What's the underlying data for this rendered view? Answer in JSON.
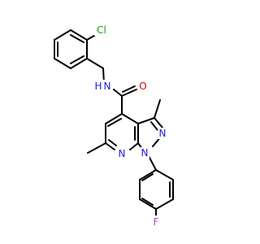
{
  "colors": {
    "background": "#ffffff",
    "carbon_bond": "#000000",
    "nitrogen": "#2020e0",
    "oxygen": "#e00000",
    "chlorine": "#1a9a1a",
    "fluorine": "#b040d0"
  },
  "atoms": [
    {
      "id": "cl",
      "symbol": "Cl",
      "element": "chlorine"
    },
    {
      "id": "nh",
      "symbol": "H",
      "element": "nitrogen"
    },
    {
      "id": "n_amide",
      "symbol": "N",
      "element": "nitrogen"
    },
    {
      "id": "o_carbonyl",
      "symbol": "O",
      "element": "oxygen"
    },
    {
      "id": "n_pyrazole_n2",
      "symbol": "N",
      "element": "nitrogen"
    },
    {
      "id": "n_pyridine",
      "symbol": "N",
      "element": "nitrogen"
    },
    {
      "id": "n_pyrazole_n1",
      "symbol": "N",
      "element": "nitrogen"
    },
    {
      "id": "f",
      "symbol": "F",
      "element": "fluorine"
    }
  ]
}
